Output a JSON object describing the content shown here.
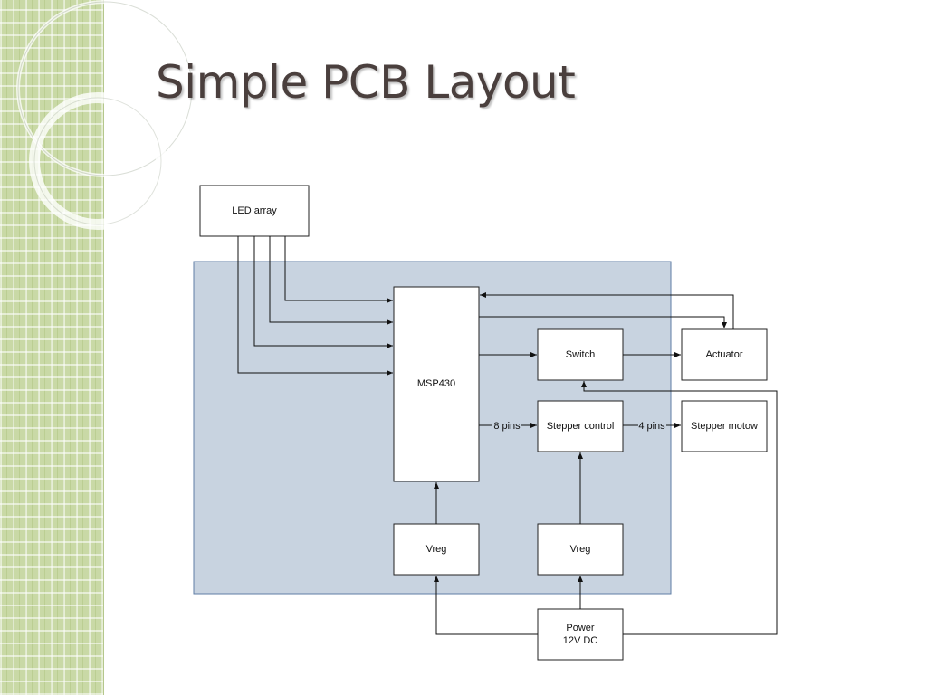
{
  "slide": {
    "title": "Simple PCB Layout"
  },
  "colors": {
    "sidebar": "#c9d9a6",
    "board_fill": "#c8d3e0",
    "board_stroke": "#5f7ea6",
    "title_text": "#4a3f3d"
  },
  "diagram": {
    "nodes": {
      "led_array": "LED array",
      "msp430": "MSP430",
      "switch": "Switch",
      "actuator": "Actuator",
      "stepper_control": "Stepper control",
      "stepper_motor": "Stepper motow",
      "vreg_left": "Vreg",
      "vreg_right": "Vreg",
      "power_line1": "Power",
      "power_line2": "12V DC"
    },
    "edge_labels": {
      "mcu_to_stepper": "8 pins",
      "stepper_to_motor": "4 pins"
    }
  }
}
